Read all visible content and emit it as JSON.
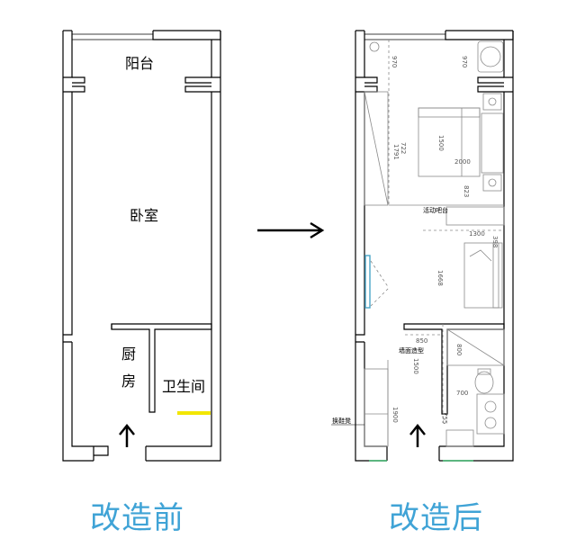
{
  "before": {
    "caption": "改造前",
    "rooms": {
      "balcony": "阳台",
      "bedroom": "卧室",
      "kitchen_1": "厨",
      "kitchen_2": "房",
      "bathroom": "卫生间"
    },
    "highlight_color": "#f2e600"
  },
  "after": {
    "caption": "改造后",
    "labels": {
      "movable_counter": "活动吧台",
      "wall_modeling": "墙面造型",
      "shoe_bench": "换鞋凳"
    },
    "dimensions": {
      "d970_left": "970",
      "d970_right": "970",
      "d722": "722",
      "d1791": "1791",
      "d1500_bed": "1500",
      "d2000": "2000",
      "d823": "823",
      "d1300": "1300",
      "d398": "398",
      "d1668": "1668",
      "d850": "850",
      "d1500_wall": "1500",
      "d800": "800",
      "d700": "700",
      "d1900": "1900",
      "d755": "755"
    }
  },
  "arrow": {
    "label": ""
  },
  "colors": {
    "caption": "#3fa3d6",
    "line": "#000000",
    "detail": "#8a8a8a",
    "accent": "#4aa6c8",
    "green": "#3bb36b"
  }
}
